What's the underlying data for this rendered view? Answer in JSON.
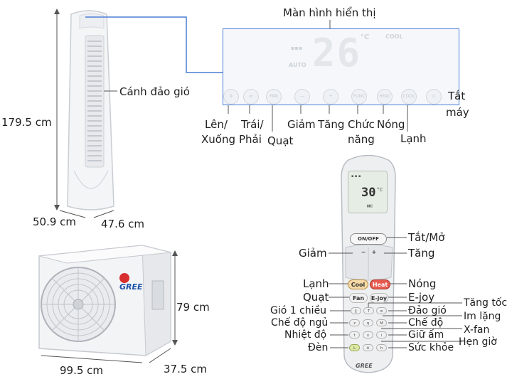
{
  "indoor_unit": {
    "labels": {
      "height": "179.5 cm",
      "width": "50.9 cm",
      "depth": "47.6 cm",
      "louver": "Cánh đảo gió"
    }
  },
  "display_panel": {
    "title": "Màn hình hiển thị",
    "temperature": "26",
    "unit": "°C",
    "mode_text": "COOL",
    "auto_text": "AUTO",
    "buttons": [
      "⇅",
      "⇄",
      "FAN",
      "—",
      "+",
      "FUNC",
      "HEAT",
      "COOL",
      "⏻"
    ],
    "labels": {
      "up_down_1": "Lên/",
      "up_down_2": "Xuống",
      "left_right_1": "Trái/",
      "left_right_2": "Phải",
      "fan": "Quạt",
      "decrease": "Giảm",
      "increase": "Tăng",
      "function_1": "Chức",
      "function_2": "năng",
      "heat": "Nóng",
      "cool": "Lạnh",
      "power_1": "Tắt",
      "power_2": "máy"
    }
  },
  "outdoor_unit": {
    "brand": "GREE",
    "labels": {
      "height": "79 cm",
      "width": "99.5 cm",
      "depth": "37.5 cm"
    }
  },
  "remote": {
    "screen_temp": "30",
    "screen_unit": "°C",
    "onoff_label": "ON/OFF",
    "cool_label": "Cool",
    "heat_label": "Heat",
    "fan_label": "Fan",
    "ejoy_label": "E-joy",
    "brand": "GREE",
    "labels": {
      "on_off": "Tắt/Mở",
      "decrease": "Giảm",
      "increase": "Tăng",
      "cool": "Lạnh",
      "heat": "Nóng",
      "fan": "Quạt",
      "ejoy": "E-joy",
      "turbo": "Tăng tốc",
      "swing_one": "Gió 1 chiều",
      "swing": "Đảo gió",
      "quiet": "Im lặng",
      "sleep": "Chế độ ngủ",
      "mode": "Chế độ",
      "xfan": "X-fan",
      "temp": "Nhiệt độ",
      "i_feel": "Giữ ấm",
      "light": "Đèn",
      "health": "Sức khỏe",
      "timer": "Hẹn giờ"
    }
  }
}
